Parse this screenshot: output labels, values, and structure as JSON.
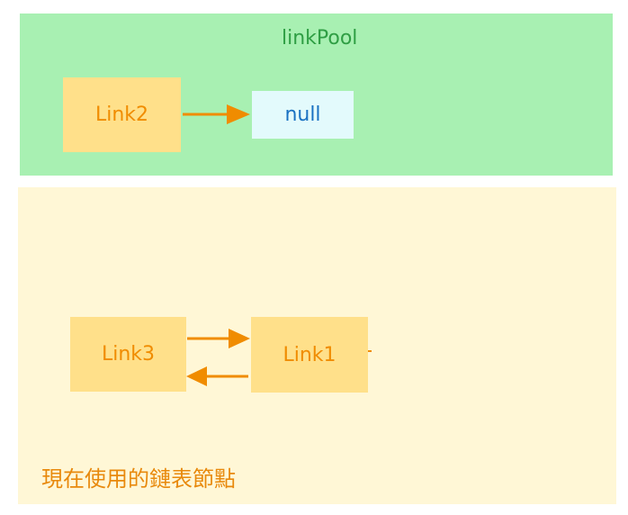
{
  "pool": {
    "title": "linkPool",
    "nodes": [
      "Link2",
      "null"
    ]
  },
  "active": {
    "title": "現在使用的鏈表節點",
    "nodes": [
      "Link3",
      "Link1"
    ]
  },
  "colors": {
    "pool_bg": "#a8f0b2",
    "pool_title": "#2f9e44",
    "active_bg": "#fff7d6",
    "active_title": "#e8890c",
    "node_fill": "#ffe08a",
    "node_text": "#f08c00",
    "null_fill": "#e3fafc",
    "null_text": "#1971c2",
    "arrow": "#f08c00"
  }
}
